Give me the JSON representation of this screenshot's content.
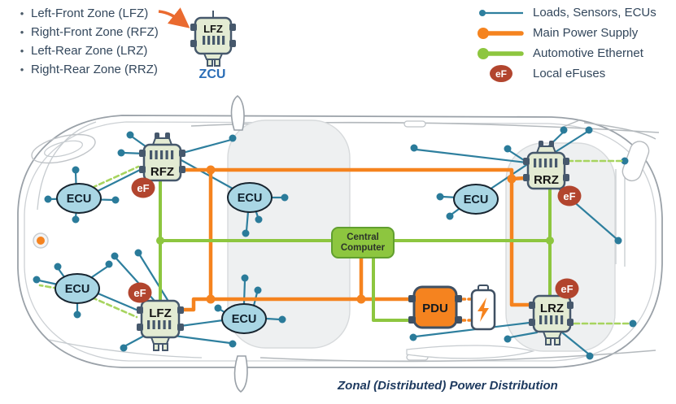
{
  "header": {
    "bullet": "•",
    "zones": [
      "Left-Front Zone (LFZ)",
      "Right-Front Zone (RFZ)",
      "Left-Rear Zone (LRZ)",
      "Right-Rear Zone (RRZ)"
    ],
    "zcu_icon_label": "LFZ",
    "zcu_caption": "ZCU"
  },
  "legend": {
    "items": [
      {
        "label": "Loads, Sensors, ECUs",
        "swatch": "thin-line",
        "color": "#2e7f9e"
      },
      {
        "label": "Main Power Supply",
        "swatch": "thick-line",
        "color": "#f5831f"
      },
      {
        "label": "Automotive Ethernet",
        "swatch": "thick-line",
        "color": "#8dc63f"
      },
      {
        "label": "Local eFuses",
        "swatch": "ef-badge",
        "color": "#b2452e"
      }
    ],
    "ef_badge_text": "eF"
  },
  "diagram": {
    "zcu_nodes": {
      "rfz": "RFZ",
      "rrz": "RRZ",
      "lfz": "LFZ",
      "lrz": "LRZ"
    },
    "ecu_label": "ECU",
    "central_computer": {
      "line1": "Central",
      "line2": "Computer"
    },
    "pdu_label": "PDU",
    "efuse_badge": "eF",
    "caption": "Zonal (Distributed) Power Distribution"
  },
  "colors": {
    "sensor_line": "#2e7f9e",
    "power_line": "#f5831f",
    "ethernet_line": "#8dc63f",
    "ethernet_dashed": "#a7d45f",
    "efuse": "#b2452e",
    "ecu_fill": "#a9d6e4",
    "zcu_fill": "#e3ebd3",
    "node_border": "#46586c",
    "text_dark": "#33475c",
    "caption_color": "#1e3a5f",
    "zcu_caption_color": "#2a6db6"
  }
}
